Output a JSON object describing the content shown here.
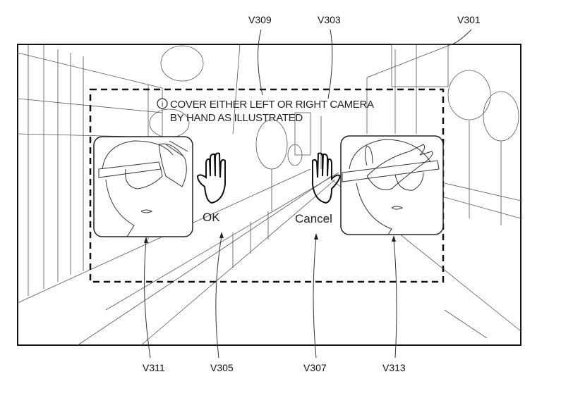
{
  "reference_labels": {
    "display": "V301",
    "dialog": "V309",
    "message": "V303",
    "ok_button": "V305",
    "cancel_button": "V307",
    "left_illustration": "V311",
    "right_illustration": "V313"
  },
  "dialog": {
    "info_icon": "i",
    "message_line1": "COVER EITHER LEFT OR RIGHT CAMERA",
    "message_line2": "BY HAND AS ILLUSTRATED",
    "ok_label": "OK",
    "cancel_label": "Cancel"
  }
}
